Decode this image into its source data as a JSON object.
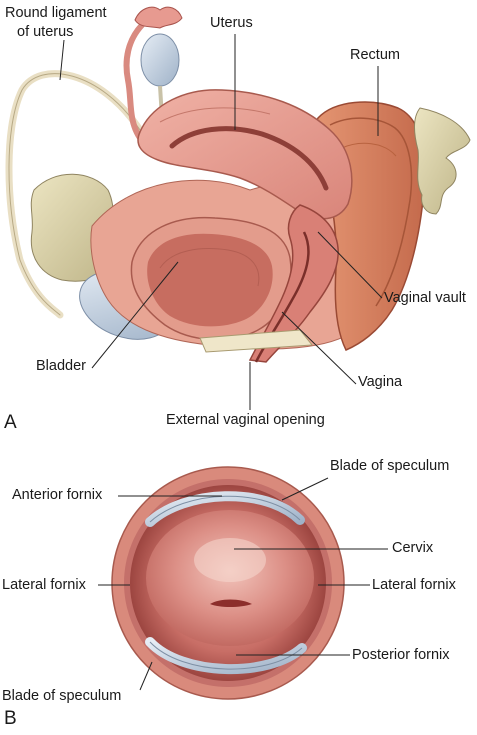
{
  "panel_a": {
    "letter": "A",
    "labels": {
      "round_ligament_line1": "Round ligament",
      "round_ligament_line2": "of uterus",
      "uterus": "Uterus",
      "rectum": "Rectum",
      "vaginal_vault": "Vaginal vault",
      "bladder": "Bladder",
      "vagina": "Vagina",
      "external_vaginal_opening": "External vaginal opening"
    }
  },
  "panel_b": {
    "letter": "B",
    "labels": {
      "blade_of_speculum_top": "Blade of speculum",
      "anterior_fornix": "Anterior fornix",
      "cervix": "Cervix",
      "lateral_fornix_left": "Lateral fornix",
      "lateral_fornix_right": "Lateral fornix",
      "posterior_fornix": "Posterior fornix",
      "blade_of_speculum_bottom": "Blade of speculum"
    }
  },
  "colors": {
    "uterus": "#e59a8e",
    "tissue_dark": "#c8645c",
    "rectum": "#d9805e",
    "bone": "#dcd3a8",
    "ovary": "#c6d4e2",
    "ligament": "#efe6cf",
    "lumen": "#b55a50",
    "speculum": "#d8dde6"
  }
}
